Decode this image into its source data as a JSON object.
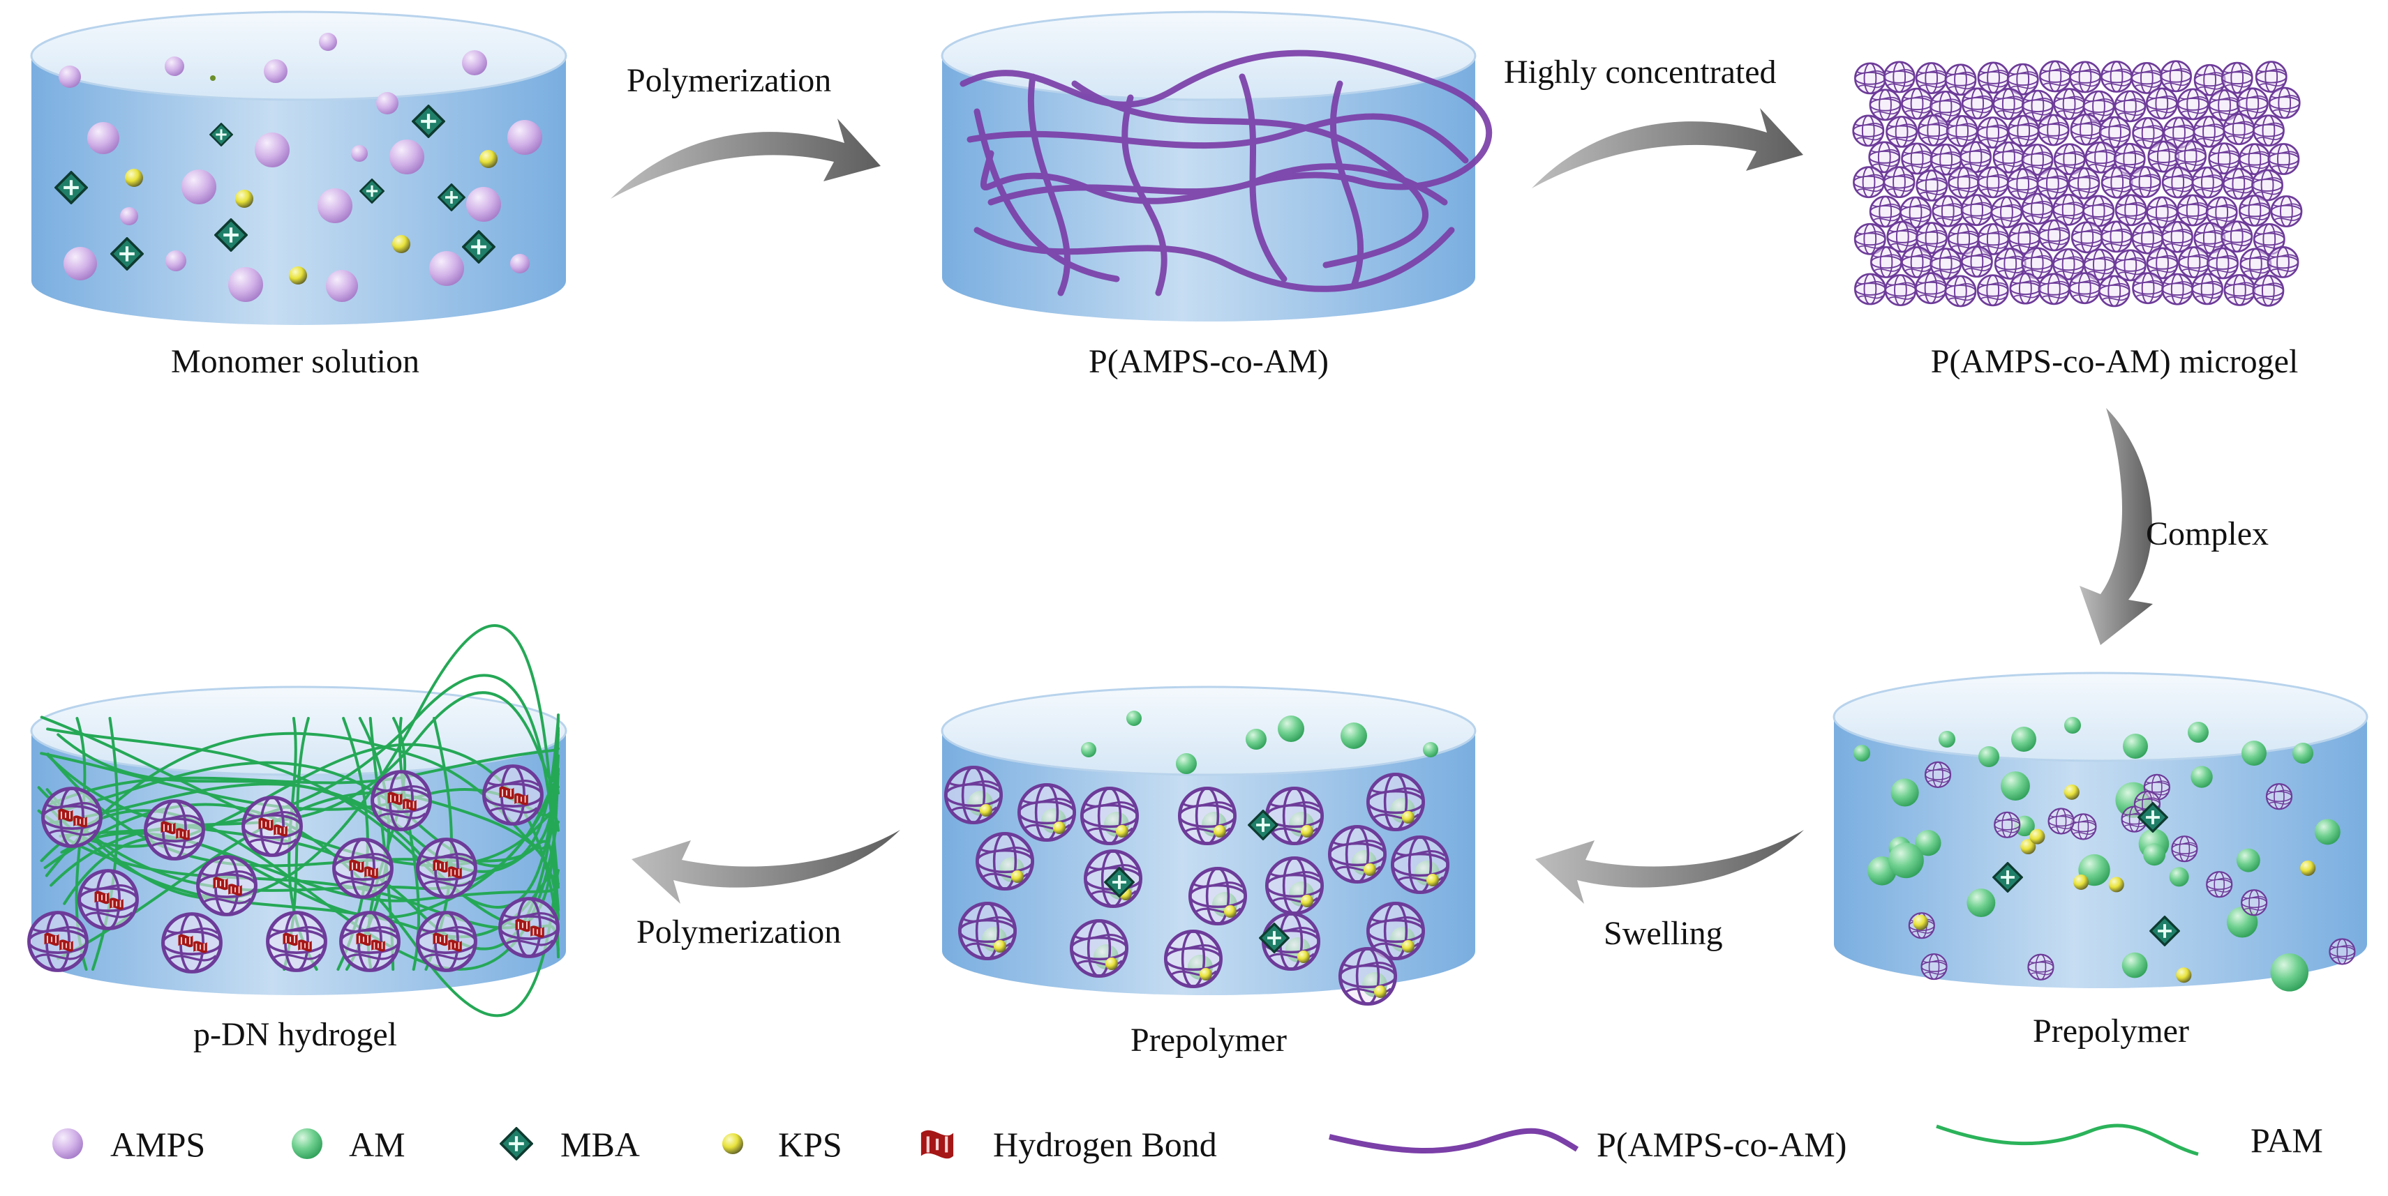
{
  "stages": {
    "monomer": "Monomer solution",
    "copolymer": "P(AMPS-co-AM)",
    "microgel": "P(AMPS-co-AM) microgel",
    "prepolymer_right": "Prepolymer",
    "prepolymer_middle": "Prepolymer",
    "hydrogel": "p-DN hydrogel"
  },
  "steps": {
    "polymerization_1": "Polymerization",
    "highly_concentrated": "Highly concentrated",
    "complex": "Complex",
    "swelling": "Swelling",
    "polymerization_2": "Polymerization"
  },
  "legend": [
    {
      "key": "amps",
      "label": "AMPS",
      "icon": "purple-sphere-icon",
      "color": "#c9a2e0"
    },
    {
      "key": "am",
      "label": "AM",
      "icon": "green-sphere-icon",
      "color": "#52c47a"
    },
    {
      "key": "mba",
      "label": "MBA",
      "icon": "crosslinker-diamond-icon",
      "color": "#1e7b64"
    },
    {
      "key": "kps",
      "label": "KPS",
      "icon": "yellow-sphere-icon",
      "color": "#e8e23a"
    },
    {
      "key": "hbond",
      "label": "Hydrogen Bond",
      "icon": "hydrogen-bond-icon",
      "color": "#a01818"
    },
    {
      "key": "pamps",
      "label": "P(AMPS-co-AM)",
      "icon": "purple-chain-icon",
      "color": "#7b3fa8"
    },
    {
      "key": "pam",
      "label": "PAM",
      "icon": "green-chain-icon",
      "color": "#2bb35a"
    }
  ],
  "colors": {
    "container_top": "#e2eef9",
    "container_body": "#9fc3ea",
    "arrow": "#6b6b6b"
  }
}
